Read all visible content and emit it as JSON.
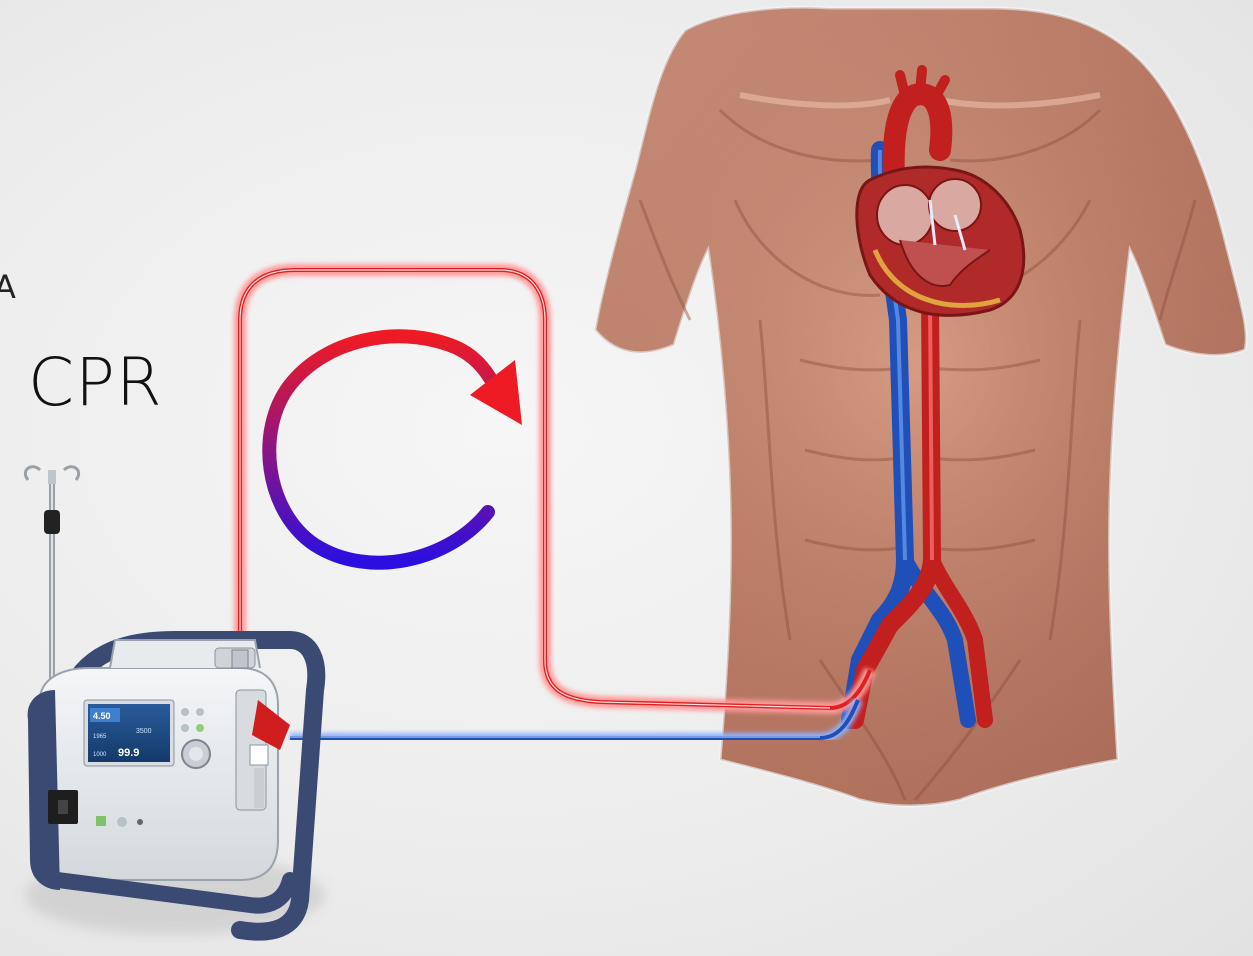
{
  "slide": {
    "title_text": "CPR",
    "cut_letter": "A"
  },
  "device": {
    "screen_values": [
      "4.50",
      "3500",
      "1965",
      "99.9",
      "1000"
    ]
  },
  "colors": {
    "arterial": "#e02020",
    "arterial_glow": "#ff9a9a",
    "venous": "#1f4fb8",
    "venous_glow": "#8fb5ff",
    "cycle_start": "#ee1b24",
    "cycle_end": "#2a0fe0",
    "skin": "#c98a72",
    "device_frame": "#3a4a72"
  }
}
